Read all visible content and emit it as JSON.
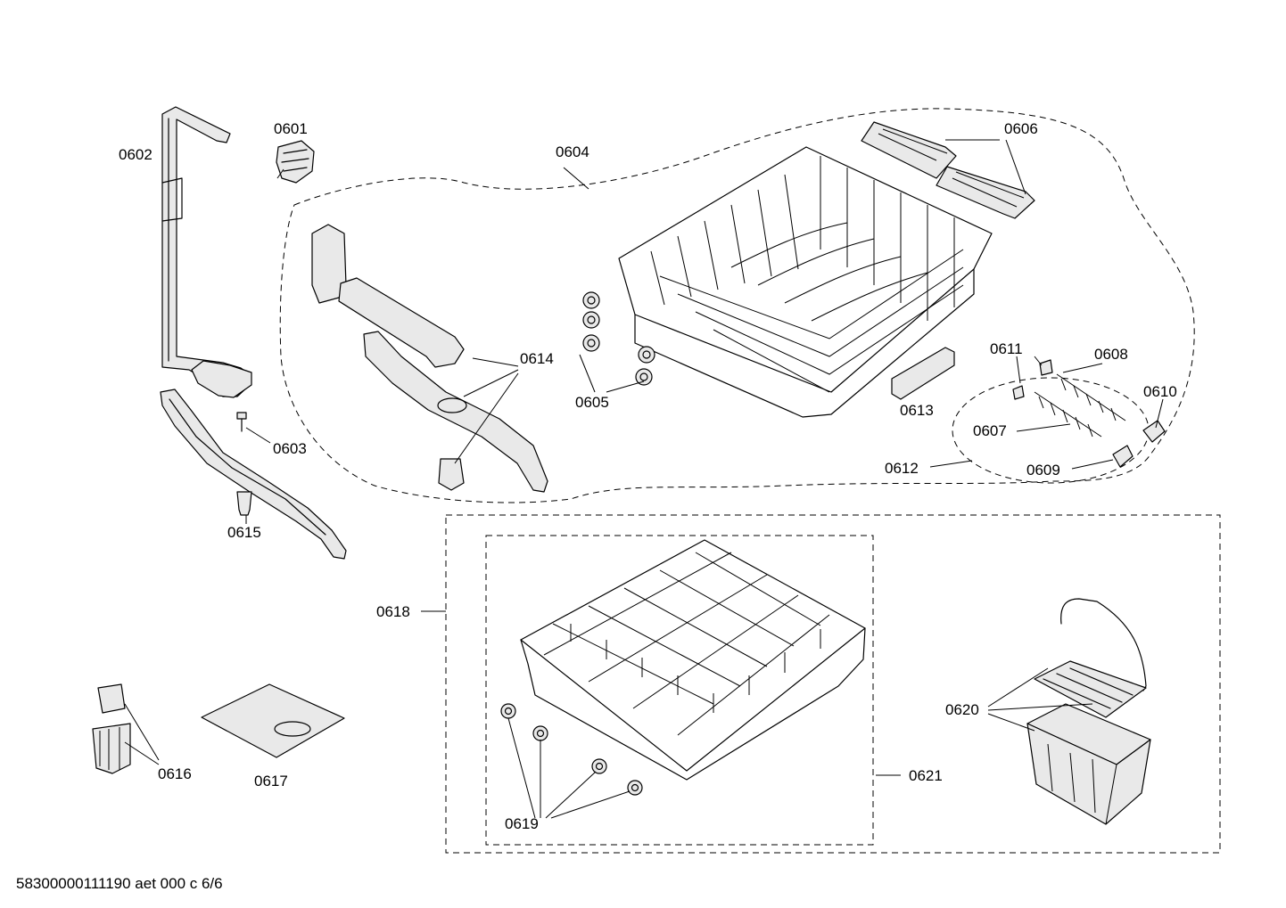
{
  "labels": {
    "p0601": "0601",
    "p0602": "0602",
    "p0603": "0603",
    "p0604": "0604",
    "p0605": "0605",
    "p0606": "0606",
    "p0607": "0607",
    "p0608": "0608",
    "p0609": "0609",
    "p0610": "0610",
    "p0611": "0611",
    "p0612": "0612",
    "p0613": "0613",
    "p0614": "0614",
    "p0615": "0615",
    "p0616": "0616",
    "p0617": "0617",
    "p0618": "0618",
    "p0619": "0619",
    "p0620": "0620",
    "p0621": "0621"
  },
  "footer": "58300000111190 aet 000 c 6/6"
}
